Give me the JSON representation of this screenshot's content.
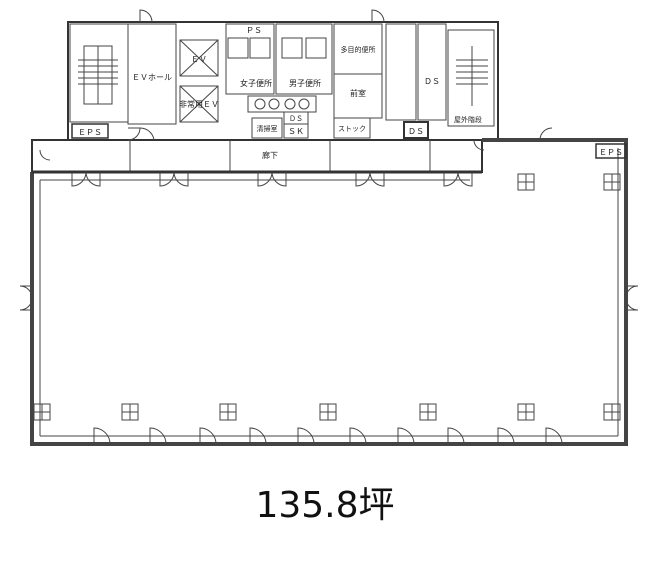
{
  "plan": {
    "rooms": {
      "ev_hall": "ＥＶホール",
      "ev_upper": "ＥＶ",
      "ev_lower": "非常用ＥＶ",
      "ps": "ＰＳ",
      "womens_wc": "女子便所",
      "mens_wc": "男子便所",
      "accessible_wc": "多目的便所",
      "anteroom": "前室",
      "cleaning": "清掃室",
      "kitchen": "ＳＫ",
      "ds_center": "ＤＳ",
      "ds_right": "ＤＳ",
      "ds_box": "ＤＳ",
      "eps_left": "ＥＰＳ",
      "eps_right": "ＥＰＳ",
      "outdoor_stair": "屋外階段",
      "corridor": "廊下",
      "storage": "ストック"
    },
    "area": "135.8坪"
  }
}
